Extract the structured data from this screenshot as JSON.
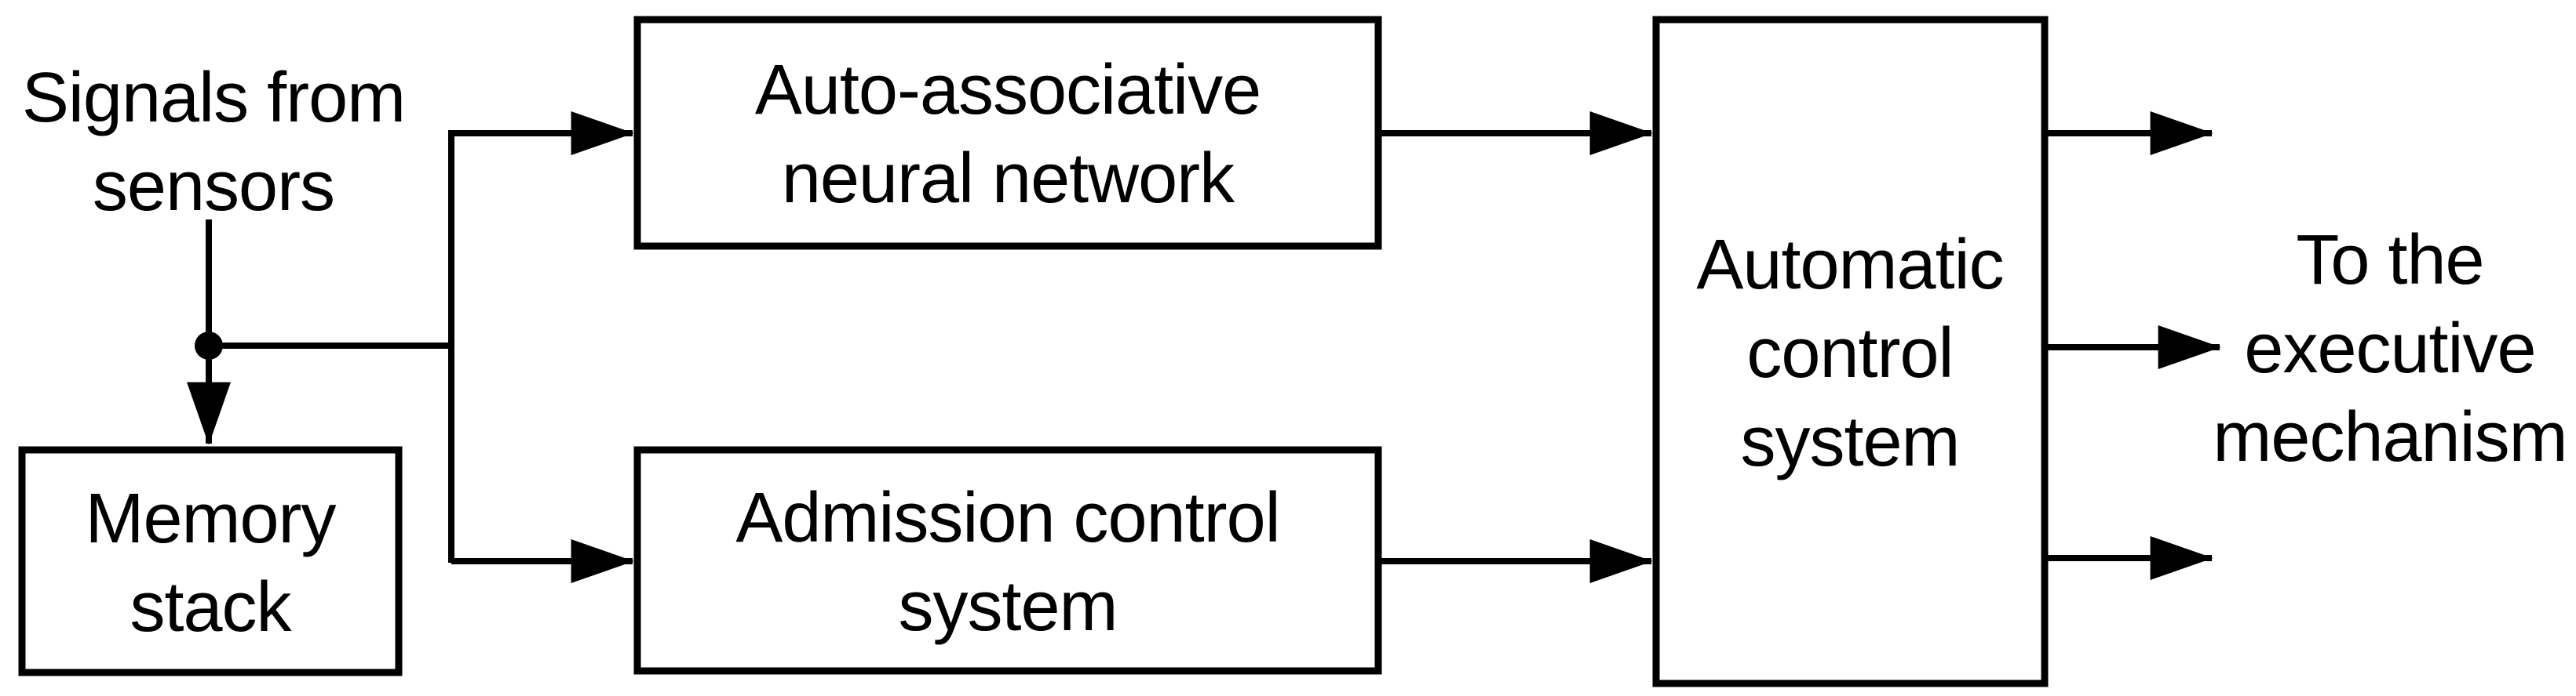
{
  "diagram": {
    "labels": {
      "source": {
        "line1": "Signals from",
        "line2": "sensors"
      },
      "sink": {
        "line1": "To the",
        "line2": "executive",
        "line3": "mechanism"
      }
    },
    "nodes": {
      "memory_stack": {
        "line1": "Memory",
        "line2": "stack"
      },
      "auto_associative_nn": {
        "line1": "Auto-associative",
        "line2": "neural network"
      },
      "admission_control": {
        "line1": "Admission control",
        "line2": "system"
      },
      "automatic_control": {
        "line1": "Automatic",
        "line2": "control",
        "line3": "system"
      }
    },
    "colors": {
      "stroke": "#000000",
      "text": "#000000",
      "background": "#ffffff",
      "box_fill": "#ffffff"
    }
  }
}
